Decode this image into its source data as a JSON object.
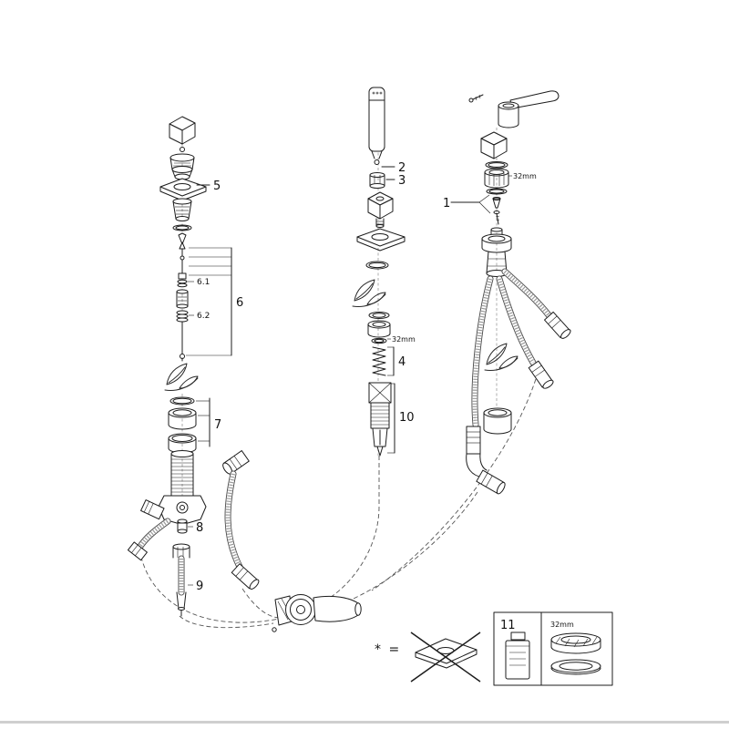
{
  "page": {
    "background_color": "#ffffff",
    "line_color": "#1c1c1c",
    "footer_bar_color": "#cfcfcf"
  },
  "diagram": {
    "type": "exploded-parts-diagram",
    "subject": "faucet-with-hand-shower-exploded-view",
    "callouts": {
      "part1": "1",
      "part2": "2",
      "part3": "3",
      "part4": "4",
      "part5": "5",
      "part6": "6",
      "part6_1": "6.1",
      "part6_2": "6.2",
      "part7": "7",
      "part8": "8",
      "part9": "9",
      "part10": "10",
      "part11": "11"
    },
    "annotations": {
      "size_label_middle": "32mm",
      "size_label_right": "32mm",
      "size_label_legend": "32mm",
      "legend_equals": "* ="
    },
    "icons": {
      "eco_leaf": "leaf",
      "not_included": "crossed-out-part"
    }
  }
}
